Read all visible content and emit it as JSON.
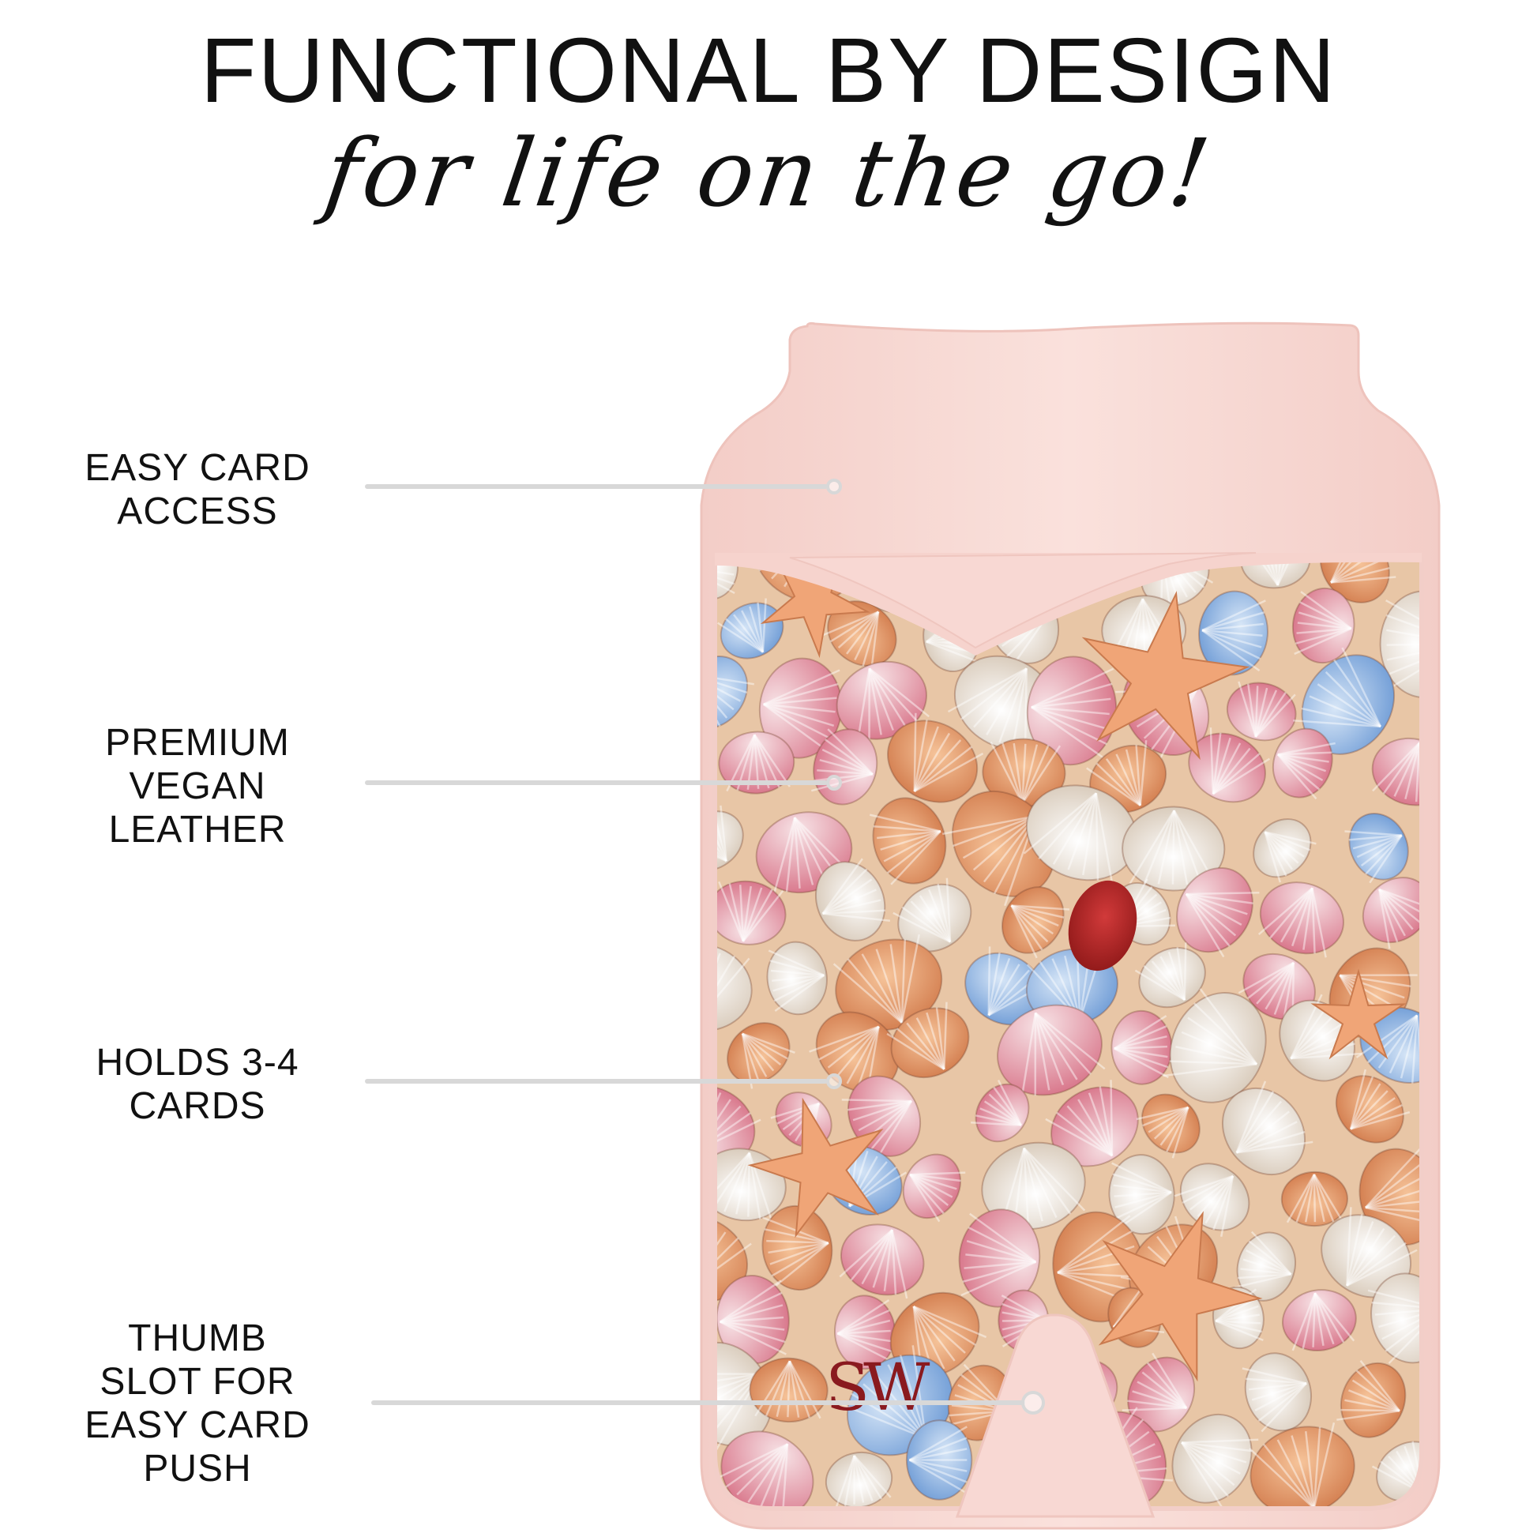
{
  "header": {
    "title": "FUNCTIONAL BY DESIGN",
    "subtitle": "for life on the go!"
  },
  "callouts": [
    {
      "label": "EASY CARD\nACCESS"
    },
    {
      "label": "PREMIUM\nVEGAN\nLEATHER"
    },
    {
      "label": "HOLDS 3-4\nCARDS"
    },
    {
      "label": "THUMB\nSLOT FOR\nEASY CARD\nPUSH"
    }
  ],
  "product": {
    "brand_monogram": "SW",
    "colors": {
      "leather": "#f8d8d3",
      "leather_shade": "#efc6bf",
      "sand": "#e8c6a6",
      "monogram": "#8a1a1f"
    },
    "icons": [
      "seashell-pattern-icon",
      "starfish-icon",
      "monogram-logo-icon"
    ]
  }
}
